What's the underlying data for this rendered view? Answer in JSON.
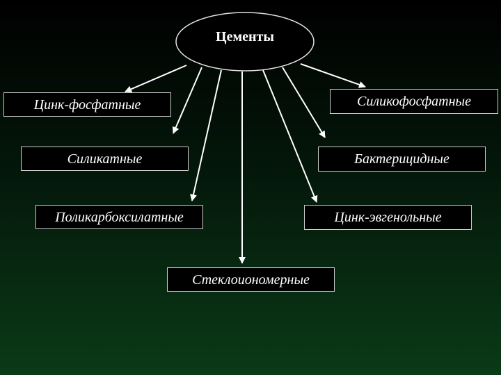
{
  "diagram": {
    "root": "Цементы",
    "nodes": [
      "Цинк-фосфатные",
      "Силикофосфатные",
      "Силикатные",
      "Бактерицидные",
      "Поликарбоксилатные",
      "Цинк-эвгенольные",
      "Стеклоиономерные"
    ]
  }
}
